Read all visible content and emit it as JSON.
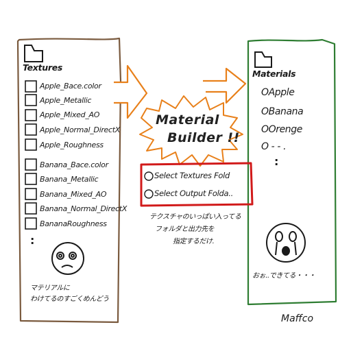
{
  "left_panel": {
    "folder_label": "Textures",
    "files": [
      "Apple_Bace.color",
      "Apple_Metallic",
      "Apple_Mixed_AO",
      "Apple_Normal_DirectX",
      "Apple_Roughness",
      "Banana_Bace.color",
      "Banana_Metallic",
      "Banana_Mixed_AO",
      "Banana_Normal_DirectX",
      "BananaRoughness"
    ],
    "more_marker": ":",
    "caption_line1": "マテリアルに",
    "caption_line2": "わけてるのすごくめんどう"
  },
  "center": {
    "title_line1": "Material",
    "title_line2": "Builder !!",
    "steps": [
      "Select Textures Fold",
      "Select Output Folda.."
    ],
    "note_line1": "テクスチャのいっぱい入ってる",
    "note_line2": "フォルダと出力先を",
    "note_line3": "指定するだけ."
  },
  "right_panel": {
    "folder_label": "Materials",
    "materials": [
      "Apple",
      "Banana",
      "Orenge"
    ],
    "more_items": "O - - .",
    "more_marker": ":",
    "caption": "おぉ..できてる・・・"
  },
  "signature": "Maffco",
  "colors": {
    "left_border": "#7a5a3e",
    "right_border": "#2e7d32",
    "arrow": "#e8801a",
    "burst": "#e8801a",
    "steps_border": "#d11a1a",
    "ink": "#1a1a1a"
  }
}
